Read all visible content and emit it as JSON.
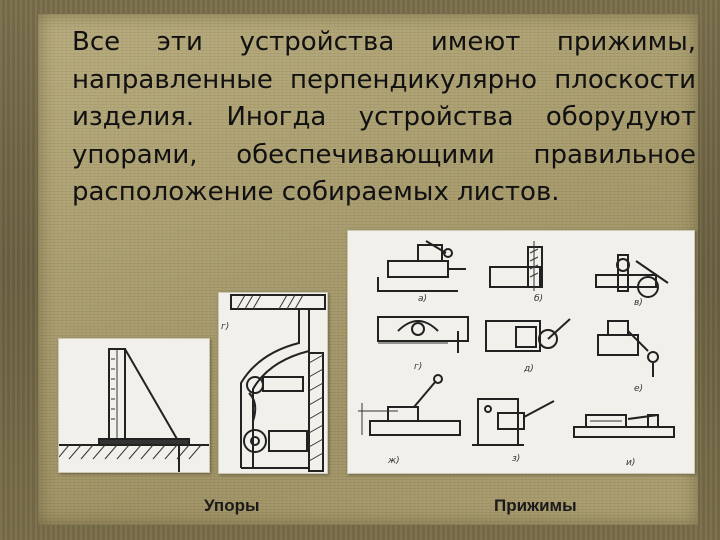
{
  "slide": {
    "body_text": "Все эти устройства имеют прижимы, направленные перпендикулярно плоскости изделия. Иногда устройства оборудуют упорами, обеспечивающими правильное расположение собираемых листов.",
    "caption_left": "Упоры",
    "caption_right": "Прижимы"
  },
  "figure_right": {
    "sublabels": [
      "а)",
      "б)",
      "в)",
      "г)",
      "д)",
      "е)",
      "ж)",
      "з)",
      "и)"
    ]
  },
  "figure_middle": {
    "sublabel": "г)"
  },
  "colors": {
    "panel": "#a99d6e",
    "frame": "#6e6444",
    "text": "#111111",
    "paper": "#f1f0ea"
  }
}
